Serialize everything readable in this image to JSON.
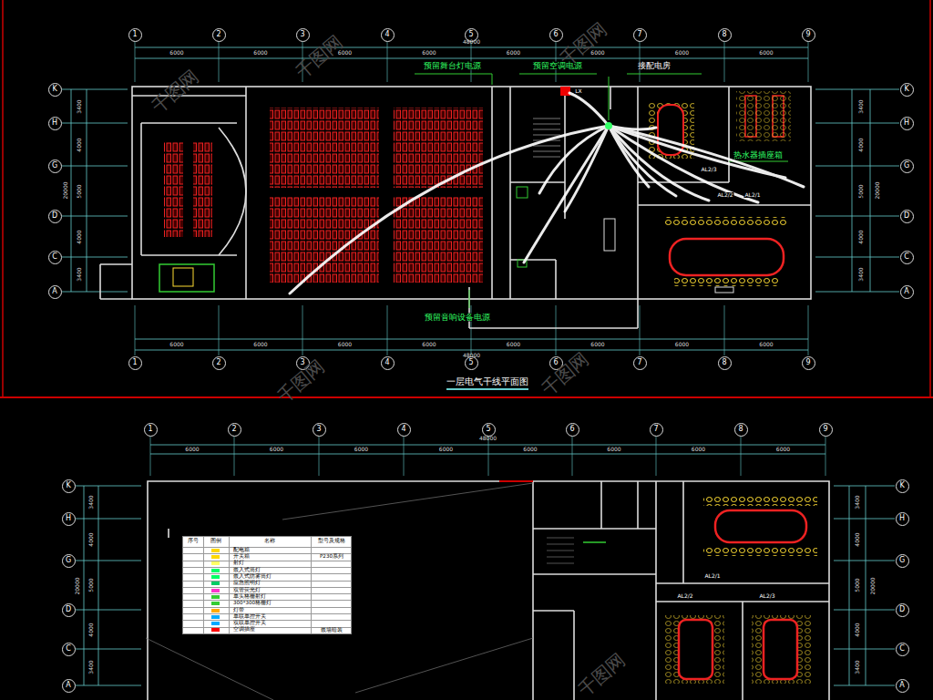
{
  "diagram": {
    "title": "一层电气干线平面图",
    "nodes": [
      {
        "text": [
          "1"
        ]
      },
      {
        "text": [
          "2"
        ]
      },
      {
        "text": [
          "3"
        ]
      },
      {
        "text": [
          "4"
        ]
      },
      {
        "text": [
          "5"
        ]
      },
      {
        "text": [
          "6"
        ]
      },
      {
        "text": [
          "7"
        ]
      },
      {
        "text": [
          "8"
        ]
      },
      {
        "text": [
          "9"
        ]
      },
      {
        "text": [
          "K"
        ]
      },
      {
        "text": [
          "H"
        ]
      },
      {
        "text": [
          "G"
        ]
      },
      {
        "text": [
          "D"
        ]
      },
      {
        "text": [
          "C"
        ]
      },
      {
        "text": [
          "A"
        ]
      },
      {
        "text": [
          "K"
        ]
      },
      {
        "text": [
          "H"
        ]
      },
      {
        "text": [
          "G"
        ]
      },
      {
        "text": [
          "D"
        ]
      },
      {
        "text": [
          "C"
        ]
      },
      {
        "text": [
          "A"
        ]
      },
      {
        "text": [
          "1"
        ]
      },
      {
        "text": [
          "2"
        ]
      },
      {
        "text": [
          "3"
        ]
      },
      {
        "text": [
          "4"
        ]
      },
      {
        "text": [
          "5"
        ]
      },
      {
        "text": [
          "6"
        ]
      },
      {
        "text": [
          "7"
        ]
      },
      {
        "text": [
          "8"
        ]
      },
      {
        "text": [
          "9"
        ]
      },
      {
        "text": [
          "1"
        ]
      },
      {
        "text": [
          "2"
        ]
      },
      {
        "text": [
          "3"
        ]
      },
      {
        "text": [
          "4"
        ]
      },
      {
        "text": [
          "5"
        ]
      },
      {
        "text": [
          "6"
        ]
      },
      {
        "text": [
          "7"
        ]
      },
      {
        "text": [
          "8"
        ]
      },
      {
        "text": [
          "9"
        ]
      },
      {
        "text": [
          "K"
        ]
      },
      {
        "text": [
          "H"
        ]
      },
      {
        "text": [
          "G"
        ]
      },
      {
        "text": [
          "D"
        ]
      },
      {
        "text": [
          "C"
        ]
      },
      {
        "text": [
          "A"
        ]
      },
      {
        "text": [
          "K"
        ]
      },
      {
        "text": [
          "H"
        ]
      },
      {
        "text": [
          "G"
        ]
      },
      {
        "text": [
          "D"
        ]
      },
      {
        "text": [
          "C"
        ]
      },
      {
        "text": [
          "A"
        ]
      }
    ],
    "labels": [
      "预留舞台灯电源",
      "预留空调电源",
      "接配电房",
      "热水器插座箱",
      "预留音响设备电源",
      "LX",
      "AL2/3",
      "AL2/2",
      "AL2/1",
      "AL2/1",
      "AL2/2",
      "AL2/3",
      "6000",
      "6000",
      "6000",
      "6000",
      "6000",
      "6000",
      "6000",
      "6000",
      "48000",
      "6000",
      "6000",
      "6000",
      "6000",
      "6000",
      "6000",
      "6000",
      "6000",
      "48000",
      "6000",
      "6000",
      "6000",
      "6000",
      "6000",
      "6000",
      "6000",
      "6000",
      "48000",
      "3400",
      "4000",
      "5000",
      "4000",
      "3400",
      "20000",
      "3400",
      "4000",
      "5000",
      "4000",
      "3400",
      "20000",
      "3400",
      "4000",
      "5000",
      "4000",
      "3400",
      "20000",
      "3400",
      "4000",
      "5000",
      "4000",
      "3400",
      "20000",
      "千图网",
      "千图网",
      "千图网",
      "千图网",
      "千图网",
      "千图网",
      "序号",
      "图例",
      "名称",
      "型号及规格",
      "P230系列",
      "嵌墙暗装"
    ],
    "legend": [
      {
        "text": "配电箱",
        "color": "#ffd800"
      },
      {
        "text": "开关箱",
        "color": "#ffd800"
      },
      {
        "text": "射灯",
        "color": "#ffff66"
      },
      {
        "text": "嵌入式筒灯",
        "color": "#00ff66"
      },
      {
        "text": "嵌入式防雾筒灯",
        "color": "#00ff66"
      },
      {
        "text": "应急照明灯",
        "color": "#00cc66"
      },
      {
        "text": "双管荧光灯",
        "color": "#ff33cc"
      },
      {
        "text": "单头格栅射灯",
        "color": "#33cc33"
      },
      {
        "text": "300*300格栅灯",
        "color": "#33cc33"
      },
      {
        "text": "灯带",
        "color": "#ffaa00"
      },
      {
        "text": "单联单控开关",
        "color": "#00aaff"
      },
      {
        "text": "双联单控开关",
        "color": "#00aaff"
      },
      {
        "text": "空调插座",
        "color": "#ff0000"
      }
    ]
  }
}
